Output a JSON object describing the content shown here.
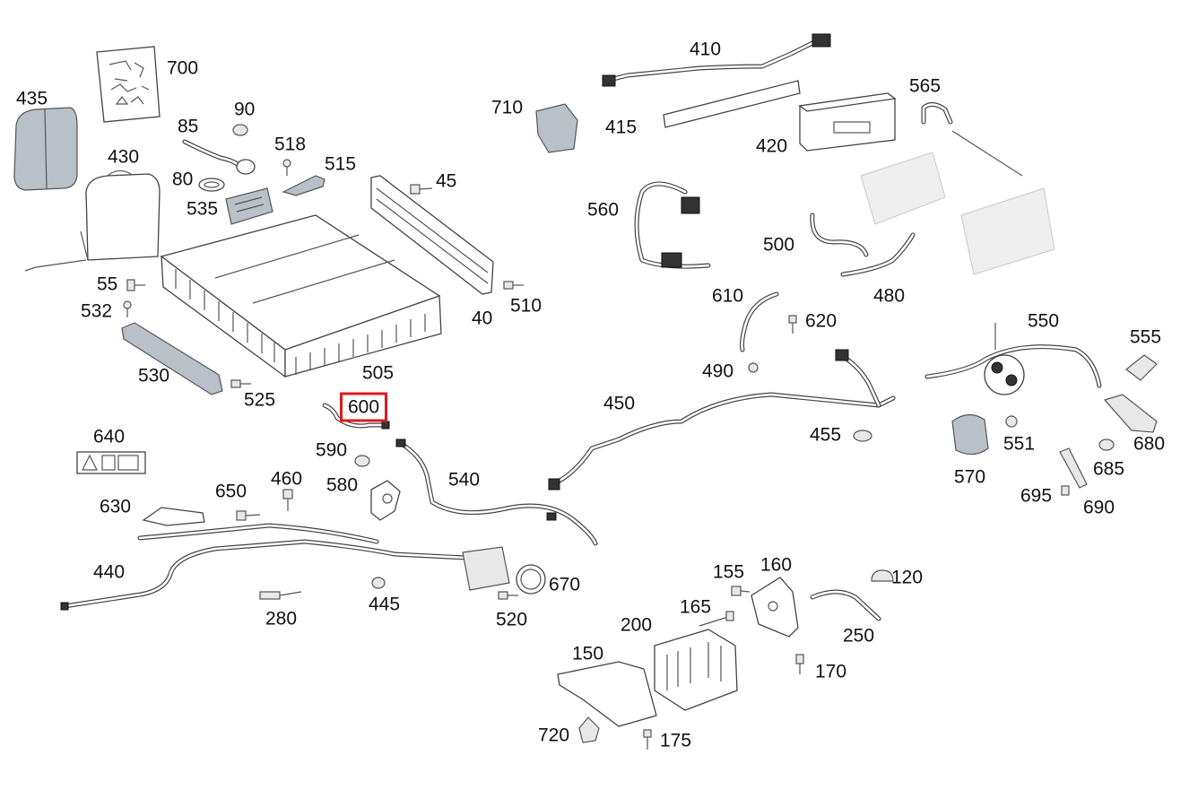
{
  "diagram": {
    "selected_part": "600",
    "highlight_color": "#e0191f",
    "callouts": [
      {
        "id": "c700",
        "text": "700"
      },
      {
        "id": "c435",
        "text": "435"
      },
      {
        "id": "c90",
        "text": "90"
      },
      {
        "id": "c85",
        "text": "85"
      },
      {
        "id": "c518",
        "text": "518"
      },
      {
        "id": "c430",
        "text": "430"
      },
      {
        "id": "c515",
        "text": "515"
      },
      {
        "id": "c80",
        "text": "80"
      },
      {
        "id": "c45",
        "text": "45"
      },
      {
        "id": "c535",
        "text": "535"
      },
      {
        "id": "c55",
        "text": "55"
      },
      {
        "id": "c532",
        "text": "532"
      },
      {
        "id": "c510",
        "text": "510"
      },
      {
        "id": "c40",
        "text": "40"
      },
      {
        "id": "c530",
        "text": "530"
      },
      {
        "id": "c505",
        "text": "505"
      },
      {
        "id": "c525",
        "text": "525"
      },
      {
        "id": "c600",
        "text": "600"
      },
      {
        "id": "c640",
        "text": "640"
      },
      {
        "id": "c590",
        "text": "590"
      },
      {
        "id": "c460",
        "text": "460"
      },
      {
        "id": "c540",
        "text": "540"
      },
      {
        "id": "c580",
        "text": "580"
      },
      {
        "id": "c650",
        "text": "650"
      },
      {
        "id": "c630",
        "text": "630"
      },
      {
        "id": "c440",
        "text": "440"
      },
      {
        "id": "c670",
        "text": "670"
      },
      {
        "id": "c445",
        "text": "445"
      },
      {
        "id": "c280",
        "text": "280"
      },
      {
        "id": "c520",
        "text": "520"
      },
      {
        "id": "c710",
        "text": "710"
      },
      {
        "id": "c410",
        "text": "410"
      },
      {
        "id": "c415",
        "text": "415"
      },
      {
        "id": "c565",
        "text": "565"
      },
      {
        "id": "c420",
        "text": "420"
      },
      {
        "id": "c560",
        "text": "560"
      },
      {
        "id": "c500",
        "text": "500"
      },
      {
        "id": "c480",
        "text": "480"
      },
      {
        "id": "c610",
        "text": "610"
      },
      {
        "id": "c620",
        "text": "620"
      },
      {
        "id": "c490",
        "text": "490"
      },
      {
        "id": "c450",
        "text": "450"
      },
      {
        "id": "c455",
        "text": "455"
      },
      {
        "id": "c550",
        "text": "550"
      },
      {
        "id": "c555",
        "text": "555"
      },
      {
        "id": "c551",
        "text": "551"
      },
      {
        "id": "c680",
        "text": "680"
      },
      {
        "id": "c570",
        "text": "570"
      },
      {
        "id": "c685",
        "text": "685"
      },
      {
        "id": "c695",
        "text": "695"
      },
      {
        "id": "c690",
        "text": "690"
      },
      {
        "id": "c155",
        "text": "155"
      },
      {
        "id": "c160",
        "text": "160"
      },
      {
        "id": "c120",
        "text": "120"
      },
      {
        "id": "c165",
        "text": "165"
      },
      {
        "id": "c200",
        "text": "200"
      },
      {
        "id": "c250",
        "text": "250"
      },
      {
        "id": "c150",
        "text": "150"
      },
      {
        "id": "c170",
        "text": "170"
      },
      {
        "id": "c720",
        "text": "720"
      },
      {
        "id": "c175",
        "text": "175"
      }
    ]
  }
}
